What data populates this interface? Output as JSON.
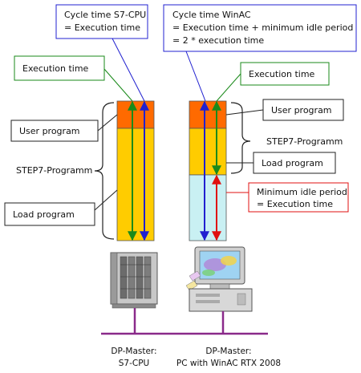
{
  "callouts": {
    "cycle_s7": [
      "Cycle time S7-CPU",
      "= Execution time"
    ],
    "cycle_winac": [
      "Cycle time WinAC",
      "= Execution time + minimum idle period",
      "= 2 * execution time"
    ],
    "exec_left": "Execution time",
    "exec_right": "Execution time",
    "user_left": "User program",
    "user_right": "User program",
    "step7_left": "STEP7-Programm",
    "step7_right": "STEP7-Programm",
    "load_left": "Load program",
    "load_right": "Load program",
    "idle": [
      "Minimum idle period",
      "= Execution time"
    ]
  },
  "captions": {
    "left": [
      "DP-Master:",
      "S7-CPU"
    ],
    "right": [
      "DP-Master:",
      "PC with WinAC RTX 2008"
    ]
  },
  "colors": {
    "user_program": "#ff6a00",
    "load_program": "#ffcc00",
    "idle_period": "#c9f0f3",
    "arrow_blue": "#2020d0",
    "arrow_green": "#1a8a1a",
    "arrow_red": "#e01010",
    "bus_line": "#8a2a8a"
  }
}
